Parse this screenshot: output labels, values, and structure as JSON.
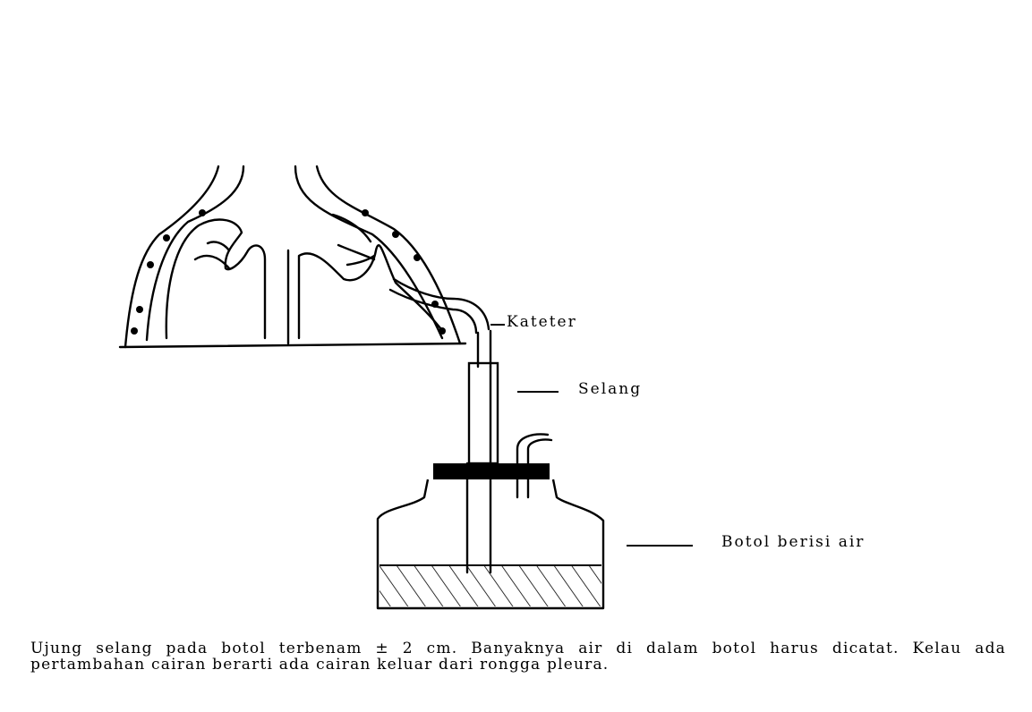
{
  "labels": {
    "kateter": "Kateter",
    "selang": "Selang",
    "botol": "Botol berisi air"
  },
  "caption": "Ujung selang pada botol terbenam ± 2 cm. Banyaknya air di dalam botol harus dicatat. Kelau ada pertambahan cairan berarti ada cairan keluar dari rongga pleura.",
  "colors": {
    "ink": "#000000",
    "paper": "#ffffff"
  }
}
